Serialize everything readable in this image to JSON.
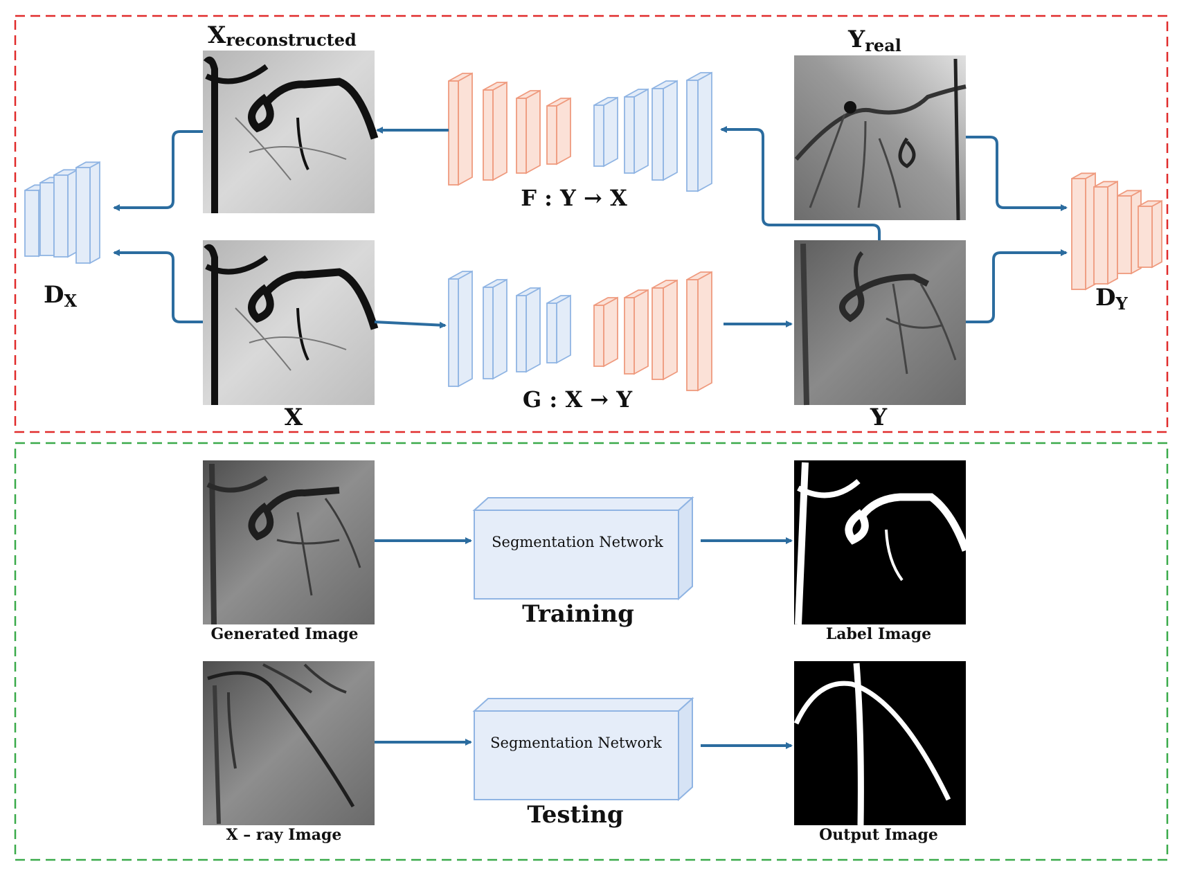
{
  "colors": {
    "blue_fill": "#e3ecf8",
    "blue_stroke": "#8fb4e3",
    "orange_fill": "#fbe1d7",
    "orange_stroke": "#ef9a7e",
    "arrow": "#2b6c9f",
    "red_border": "#e02b2b",
    "green_border": "#3aaa4a",
    "seg_fill": "#e5edf9",
    "seg_stroke": "#8fb4e3"
  },
  "top_panel": {
    "x_reconstructed": {
      "main": "X",
      "sub": "reconstructed"
    },
    "y_real": {
      "main": "Y",
      "sub": "real"
    },
    "x_label": "X",
    "y_label": "Y",
    "dx": {
      "main": "D",
      "sub": "X"
    },
    "dy": {
      "main": "D",
      "sub": "Y"
    },
    "f_mapping": "F : Y → X",
    "g_mapping": "G : X → Y"
  },
  "bottom_panel": {
    "generated_image": "Generated Image",
    "label_image": "Label Image",
    "xray_image": "X – ray Image",
    "output_image": "Output Image",
    "seg_network_train": "Segmentation Network",
    "seg_network_test": "Segmentation Network",
    "training": "Training",
    "testing": "Testing"
  }
}
